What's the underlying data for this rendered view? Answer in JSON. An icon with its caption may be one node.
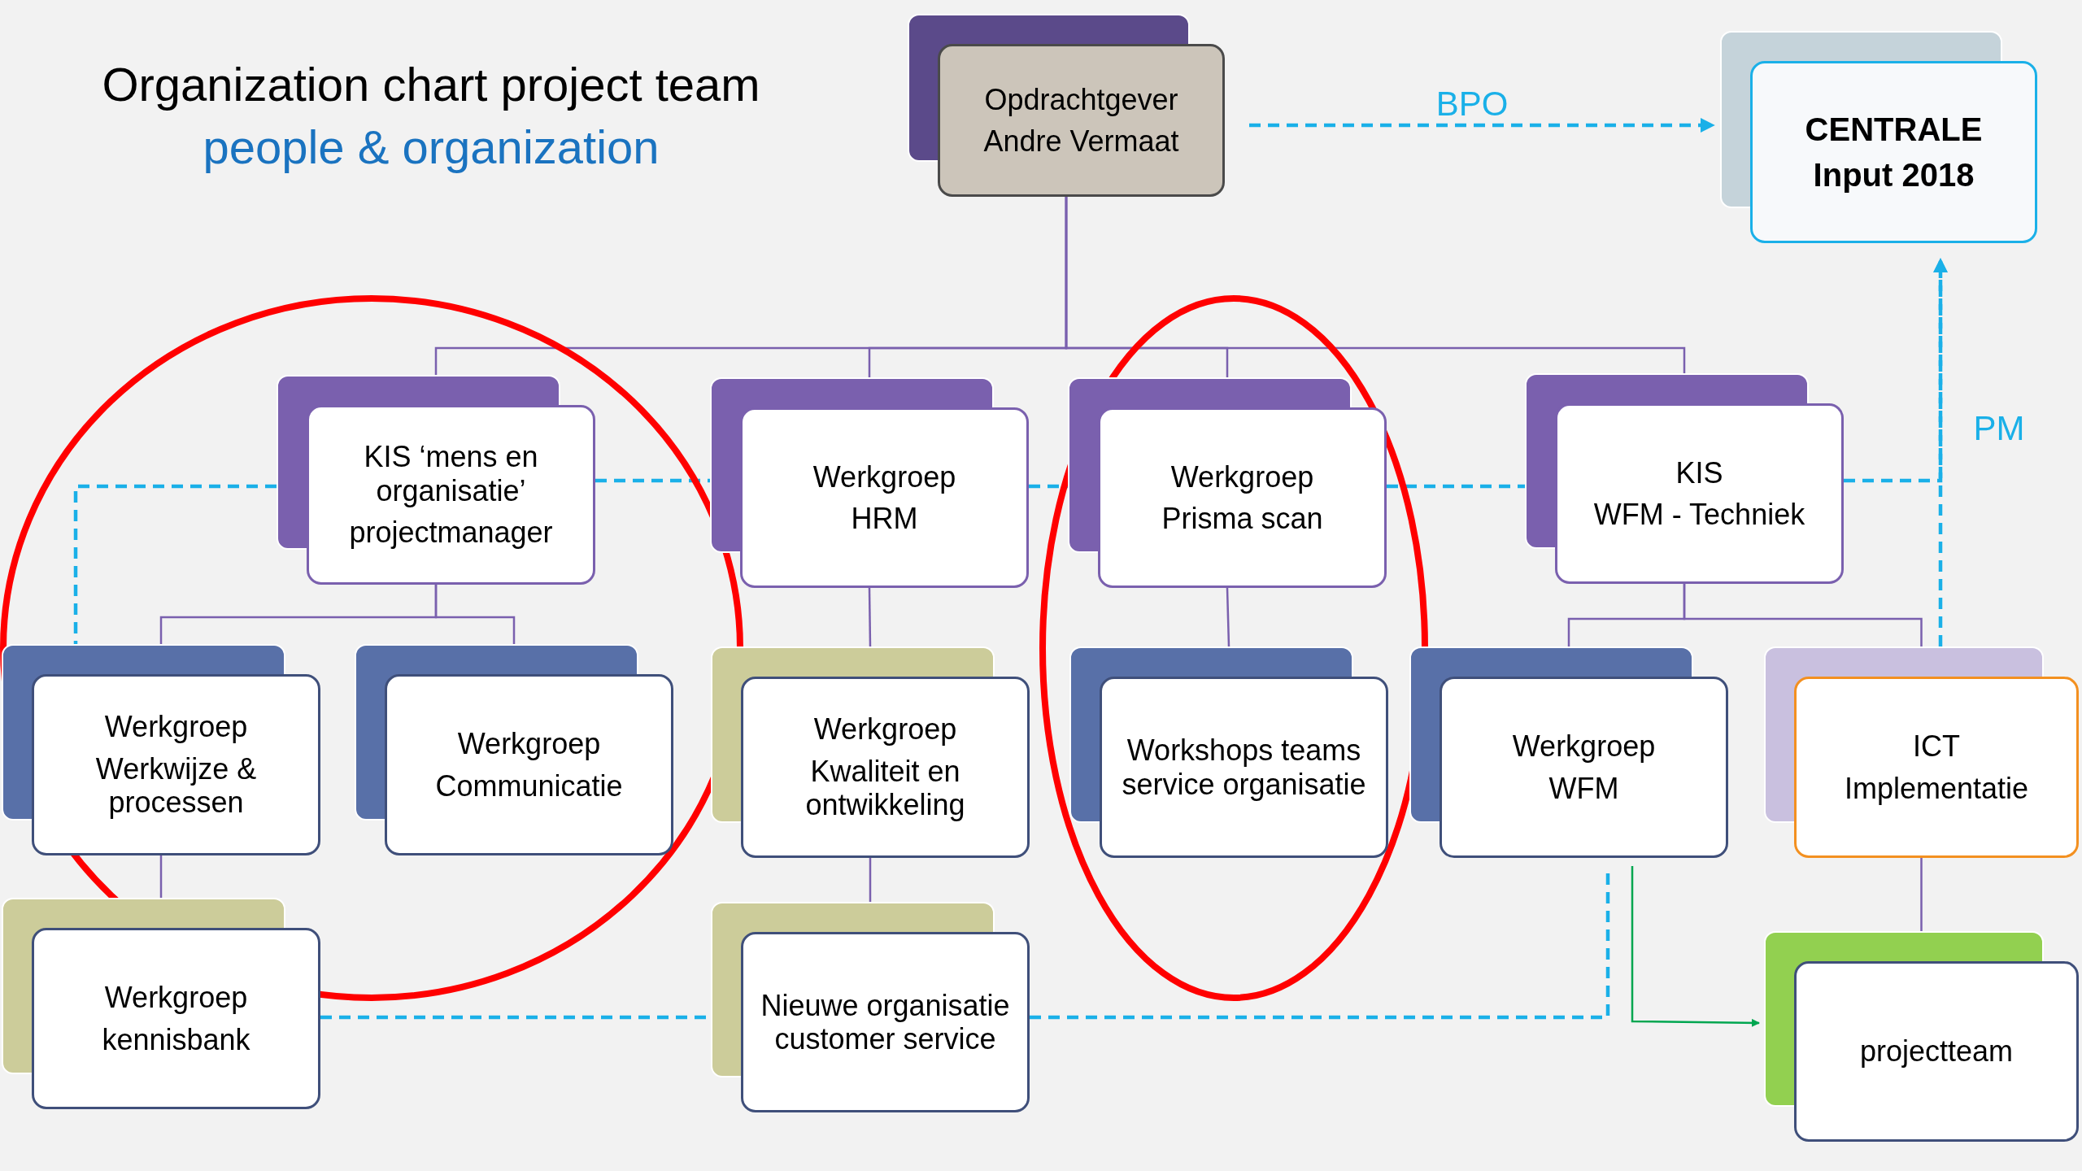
{
  "diagram": {
    "title": "Organization chart project team",
    "nodes": [
      {
        "text": [
          "Opdrachtgever",
          "Andre Vermaat"
        ]
      },
      {
        "text": [
          "CENTRALE",
          "Input 2018"
        ]
      },
      {
        "text": [
          "KIS ‘mens en organisatie’",
          "projectmanager"
        ]
      },
      {
        "text": [
          "Werkgroep",
          "HRM"
        ]
      },
      {
        "text": [
          "Werkgroep",
          "Prisma scan"
        ]
      },
      {
        "text": [
          "KIS",
          "WFM - Techniek"
        ]
      },
      {
        "text": [
          "Werkgroep",
          "Werkwijze & processen"
        ]
      },
      {
        "text": [
          "Werkgroep",
          "Communicatie"
        ]
      },
      {
        "text": [
          "Werkgroep",
          "Kwaliteit en ontwikkeling"
        ]
      },
      {
        "text": [
          "Workshops teams service organisatie"
        ]
      },
      {
        "text": [
          "Werkgroep",
          "WFM"
        ]
      },
      {
        "text": [
          "ICT",
          "Implementatie"
        ]
      },
      {
        "text": [
          "Werkgroep",
          "kennisbank"
        ]
      },
      {
        "text": [
          "Nieuwe organisatie customer service"
        ]
      },
      {
        "text": [
          "projectteam"
        ]
      }
    ],
    "edges": [
      {
        "from": 0,
        "to": 2,
        "arrow": "none"
      },
      {
        "from": 0,
        "to": 3,
        "arrow": "none"
      },
      {
        "from": 0,
        "to": 4,
        "arrow": "none"
      },
      {
        "from": 0,
        "to": 5,
        "arrow": "none"
      },
      {
        "from": 2,
        "to": 6,
        "arrow": "none"
      },
      {
        "from": 2,
        "to": 7,
        "arrow": "none"
      },
      {
        "from": 3,
        "to": 8,
        "arrow": "none"
      },
      {
        "from": 4,
        "to": 9,
        "arrow": "none"
      },
      {
        "from": 5,
        "to": 10,
        "arrow": "none"
      },
      {
        "from": 5,
        "to": 11,
        "arrow": "none"
      },
      {
        "from": 6,
        "to": 12,
        "arrow": "none"
      },
      {
        "from": 8,
        "to": 13,
        "arrow": "none"
      },
      {
        "from": 11,
        "to": 14,
        "arrow": "none"
      },
      {
        "from": 0,
        "to": 1,
        "arrow": "to",
        "label": "BPO",
        "style": "dashed",
        "color": "#1ab0e8"
      },
      {
        "from": 2,
        "to": 6,
        "arrow": "none",
        "style": "dashed",
        "color": "#1ab0e8"
      },
      {
        "from": 2,
        "to": 3,
        "arrow": "none",
        "style": "dashed",
        "color": "#1ab0e8"
      },
      {
        "from": 3,
        "to": 4,
        "arrow": "none",
        "style": "dashed",
        "color": "#1ab0e8"
      },
      {
        "from": 4,
        "to": 5,
        "arrow": "none",
        "style": "dashed",
        "color": "#1ab0e8"
      },
      {
        "from": 5,
        "to": 1,
        "arrow": "to",
        "style": "dashed",
        "color": "#1ab0e8"
      },
      {
        "from": 11,
        "to": 1,
        "arrow": "to",
        "label": "PM",
        "style": "dashed",
        "color": "#1ab0e8"
      },
      {
        "from": 12,
        "to": 13,
        "arrow": "none",
        "style": "dashed",
        "color": "#1ab0e8"
      },
      {
        "from": 13,
        "to": 10,
        "arrow": "none",
        "style": "dashed",
        "color": "#1ab0e8"
      },
      {
        "from": 10,
        "to": 14,
        "arrow": "to",
        "color": "#00a650"
      }
    ],
    "labels": [
      "people & organization"
    ]
  }
}
